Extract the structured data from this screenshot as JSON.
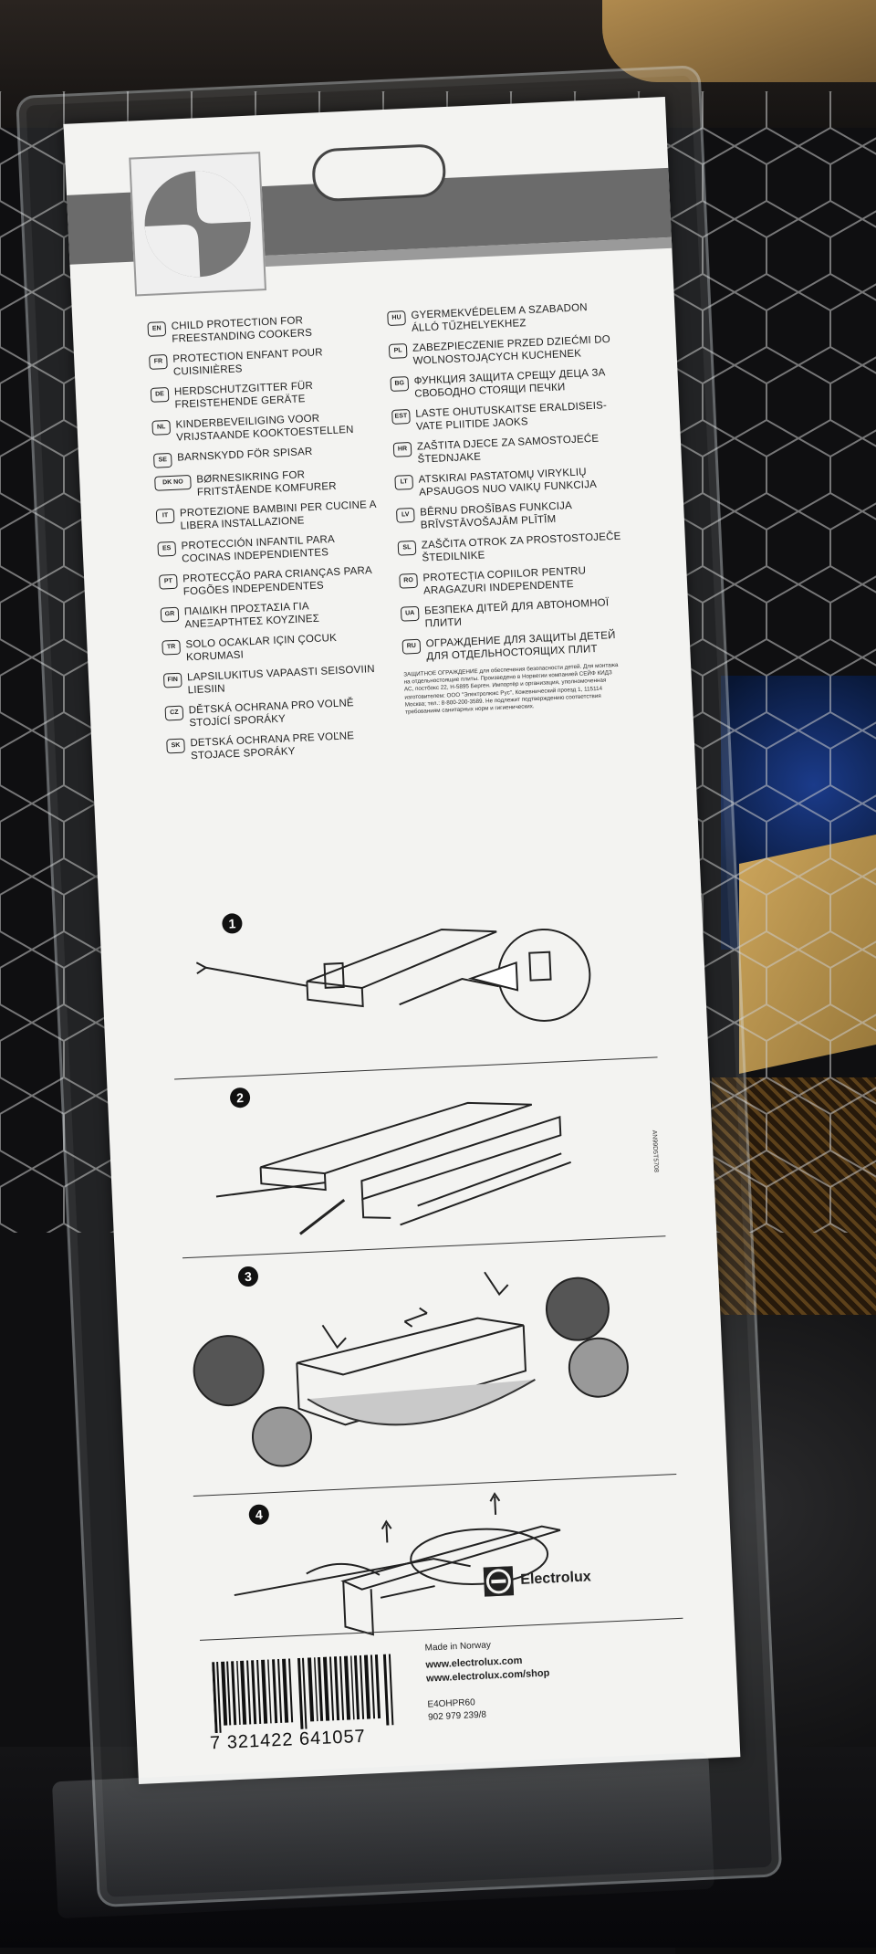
{
  "languages_left": [
    {
      "code": "EN",
      "text": "CHILD PROTECTION FOR FREESTANDING COOKERS"
    },
    {
      "code": "FR",
      "text": "PROTECTION ENFANT POUR CUISINIÈRES"
    },
    {
      "code": "DE",
      "text": "HERDSCHUTZGITTER FÜR FREISTEHENDE GERÄTE"
    },
    {
      "code": "NL",
      "text": "KINDERBEVEILIGING VOOR VRIJSTAANDE KOOKTOESTELLEN"
    },
    {
      "code": "SE",
      "text": "BARNSKYDD FÖR SPISAR"
    },
    {
      "code": "DK NO",
      "text": "BØRNESIKRING FOR FRITSTÅENDE KOMFURER"
    },
    {
      "code": "IT",
      "text": "PROTEZIONE BAMBINI PER CUCINE A LIBERA INSTALLAZIONE"
    },
    {
      "code": "ES",
      "text": "PROTECCIÓN INFANTIL PARA COCINAS INDEPENDIENTES"
    },
    {
      "code": "PT",
      "text": "PROTECÇÃO PARA CRIANÇAS PARA FOGÕES INDEPENDENTES"
    },
    {
      "code": "GR",
      "text": "ΠΑΙΔΙΚΗ ΠΡΟΣΤΑΣΙΑ ΓΙΑ ΑΝΕΞΑΡΤΗΤΕΣ ΚΟΥΖΙΝΕΣ"
    },
    {
      "code": "TR",
      "text": "SOLO OCAKLAR IÇIN ÇOCUK KORUMASI"
    },
    {
      "code": "FIN",
      "text": "LAPSILUKITUS VAPAASTI SEISOVIIN LIESIIN"
    },
    {
      "code": "CZ",
      "text": "DĚTSKÁ OCHRANA PRO VOLNĚ STOJÍCÍ SPORÁKY"
    },
    {
      "code": "SK",
      "text": "DETSKÁ OCHRANA PRE VOĽNE STOJACE SPORÁKY"
    }
  ],
  "languages_right": [
    {
      "code": "HU",
      "text": "GYERMEKVÉDELEM A SZABADON ÁLLÓ TŰZHELYEKHEZ"
    },
    {
      "code": "PL",
      "text": "ZABEZPIECZENIE PRZED DZIEĆMI DO WOLNOSTOJĄCYCH KUCHENEK"
    },
    {
      "code": "BG",
      "text": "ФУНКЦИЯ ЗАЩИТА СРЕЩУ ДЕЦА ЗА СВОБОДНО СТОЯЩИ ПЕЧКИ"
    },
    {
      "code": "EST",
      "text": "LASTE OHUTUSKAITSE ERALDISEIS-VATE PLIITIDE JAOKS"
    },
    {
      "code": "HR",
      "text": "ZAŠTITA DJECE ZA SAMOSTOJEĆE ŠTEDNJAKE"
    },
    {
      "code": "LT",
      "text": "ATSKIRAI PASTATOMŲ VIRYKLIŲ APSAUGOS NUO VAIKŲ FUNKCIJA"
    },
    {
      "code": "LV",
      "text": "BĒRNU DROŠĪBAS FUNKCIJA BRĪVSTĀVOŠAJĀM PLĪTĪM"
    },
    {
      "code": "SL",
      "text": "ZAŠČITA OTROK ZA PROSTOSTOJEČE ŠTEDILNIKE"
    },
    {
      "code": "RO",
      "text": "PROTECȚIA COPIILOR PENTRU ARAGAZURI INDEPENDENTE"
    },
    {
      "code": "UA",
      "text": "БЕЗПЕКА ДІТЕЙ ДЛЯ АВТОНОМНОЇ ПЛИТИ"
    },
    {
      "code": "RU",
      "text": "ОГРАЖДЕНИЕ ДЛЯ ЗАЩИТЫ ДЕТЕЙ ДЛЯ ОТДЕЛЬНОСТОЯЩИХ ПЛИТ"
    }
  ],
  "fine_print": "ЗАЩИТНОЕ ОГРАЖДЕНИЕ для обеспечения безопасности детей. Для монтажа на отдельностоящие плиты. Произведено в Норвегии компанией СЕЙФ КИДЗ АС, постбокс 22, Н-5895 Берген. Импортёр и организация, уполномоченная изготовителем: ООО \"Электролюкс Рус\", Кожевнический проезд 1, 115114 Москва; тел.: 8-800-200-3589. Не подлежит подтверждению соответствия требованиям санитарных норм и гигиенических.",
  "steps": [
    "1",
    "2",
    "3",
    "4"
  ],
  "brand": "Electrolux",
  "barcode_number": "7 321422 641057",
  "made_in": "Made in Norway",
  "urls": [
    "www.electrolux.com",
    "www.electrolux.com/shop"
  ],
  "model": "E4OHPR60",
  "part_number": "902 979 239/8",
  "side_code": "AN99D5T5708"
}
